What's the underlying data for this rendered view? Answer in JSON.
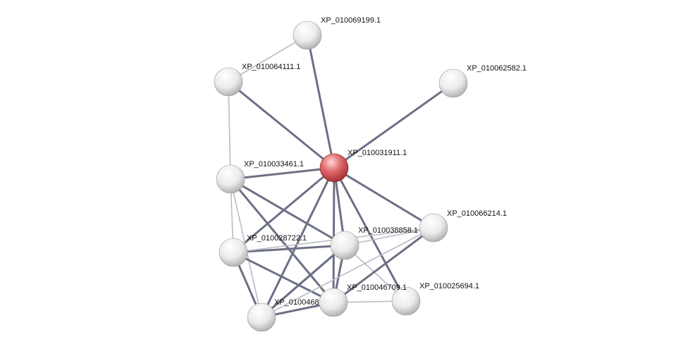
{
  "network": {
    "query_node": "XP_010031911.1",
    "colors": {
      "query_node": "#d9464b",
      "other_node": "#f2f2f2",
      "edge_strong": "#6c7085",
      "edge_weak": "#b9bcc8"
    },
    "nodes": [
      {
        "id": "n_query",
        "label": "XP_010031911.1",
        "type": "query"
      },
      {
        "id": "n_69199",
        "label": "XP_010069199.1",
        "type": "other"
      },
      {
        "id": "n_64111",
        "label": "XP_010064111.1",
        "type": "other"
      },
      {
        "id": "n_62582",
        "label": "XP_010062582.1",
        "type": "other"
      },
      {
        "id": "n_33461",
        "label": "XP_010033461.1",
        "type": "other"
      },
      {
        "id": "n_66214",
        "label": "XP_010066214.1",
        "type": "other"
      },
      {
        "id": "n_38858",
        "label": "XP_010038858.1",
        "type": "other"
      },
      {
        "id": "n_28722",
        "label": "XP_010028722.1",
        "type": "other"
      },
      {
        "id": "n_46709",
        "label": "XP_010046709.1",
        "type": "other"
      },
      {
        "id": "n_25694",
        "label": "XP_010025694.1",
        "type": "other"
      },
      {
        "id": "n_0468",
        "label": "XP_0100468",
        "type": "other"
      }
    ],
    "edges": [
      {
        "source": "n_query",
        "target": "n_69199",
        "strength": "strong"
      },
      {
        "source": "n_query",
        "target": "n_64111",
        "strength": "strong"
      },
      {
        "source": "n_query",
        "target": "n_62582",
        "strength": "strong"
      },
      {
        "source": "n_query",
        "target": "n_33461",
        "strength": "strong"
      },
      {
        "source": "n_query",
        "target": "n_66214",
        "strength": "strong"
      },
      {
        "source": "n_query",
        "target": "n_38858",
        "strength": "strong"
      },
      {
        "source": "n_query",
        "target": "n_28722",
        "strength": "strong"
      },
      {
        "source": "n_query",
        "target": "n_46709",
        "strength": "strong"
      },
      {
        "source": "n_query",
        "target": "n_25694",
        "strength": "strong"
      },
      {
        "source": "n_query",
        "target": "n_0468",
        "strength": "strong"
      },
      {
        "source": "n_64111",
        "target": "n_69199",
        "strength": "weak"
      },
      {
        "source": "n_64111",
        "target": "n_33461",
        "strength": "weak"
      },
      {
        "source": "n_33461",
        "target": "n_38858",
        "strength": "strong"
      },
      {
        "source": "n_33461",
        "target": "n_28722",
        "strength": "weak"
      },
      {
        "source": "n_33461",
        "target": "n_0468",
        "strength": "weak"
      },
      {
        "source": "n_33461",
        "target": "n_46709",
        "strength": "strong"
      },
      {
        "source": "n_28722",
        "target": "n_38858",
        "strength": "strong"
      },
      {
        "source": "n_28722",
        "target": "n_66214",
        "strength": "weak"
      },
      {
        "source": "n_28722",
        "target": "n_46709",
        "strength": "strong"
      },
      {
        "source": "n_28722",
        "target": "n_0468",
        "strength": "strong"
      },
      {
        "source": "n_38858",
        "target": "n_66214",
        "strength": "weak"
      },
      {
        "source": "n_38858",
        "target": "n_46709",
        "strength": "strong"
      },
      {
        "source": "n_38858",
        "target": "n_0468",
        "strength": "strong"
      },
      {
        "source": "n_38858",
        "target": "n_25694",
        "strength": "weak"
      },
      {
        "source": "n_66214",
        "target": "n_46709",
        "strength": "strong"
      },
      {
        "source": "n_66214",
        "target": "n_0468",
        "strength": "weak"
      },
      {
        "source": "n_46709",
        "target": "n_0468",
        "strength": "strong"
      },
      {
        "source": "n_46709",
        "target": "n_25694",
        "strength": "weak"
      },
      {
        "source": "n_0468",
        "target": "n_38858",
        "strength": "strong"
      }
    ]
  }
}
